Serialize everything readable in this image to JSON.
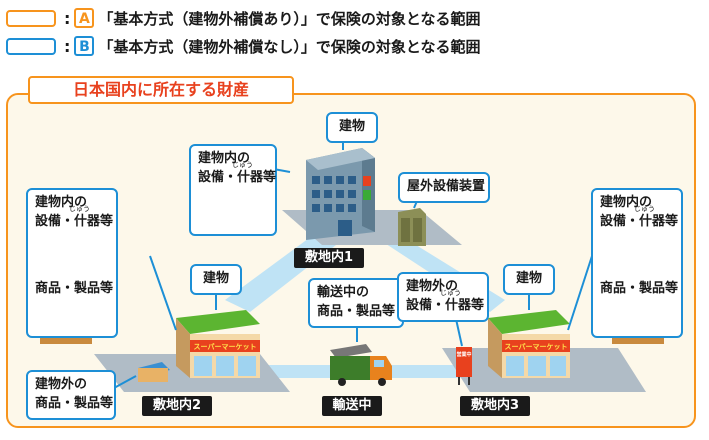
{
  "legend": [
    {
      "tag": "A",
      "text": "「基本方式（建物外補償あり）」で保険の対象となる範囲",
      "color": "#f7941d"
    },
    {
      "tag": "B",
      "text": "「基本方式（建物外補償なし）」で保険の対象となる範囲",
      "color": "#1d8fd6"
    }
  ],
  "legend_colon": ":",
  "frame_title": "日本国内に所在する財産",
  "sites": {
    "site1": "敷地内1",
    "site2": "敷地内2",
    "site3": "敷地内3",
    "transit": "輸送中"
  },
  "callouts": {
    "building_top": "建物",
    "top_equipment_line1": "建物内の",
    "top_equipment_line2": "設備・什器等",
    "outdoor_equipment": "屋外設備装置",
    "left_inside_line1": "建物内の",
    "left_inside_line2": "設備・什器等",
    "left_inside_line3": "商品・製品等",
    "building_left": "建物",
    "left_outside_line1": "建物外の",
    "left_outside_line2": "商品・製品等",
    "transit_line1": "輸送中の",
    "transit_line2": "商品・製品等",
    "right_outside_line1": "建物外の",
    "right_outside_line2": "設備・什器等",
    "building_right": "建物",
    "right_inside_line1": "建物内の",
    "right_inside_line2": "設備・什器等",
    "right_inside_line3": "商品・製品等"
  },
  "ruby_text": "じゅう",
  "store_sign": "スーパーマーケット",
  "sandwich_board": "営業中",
  "colors": {
    "orange": "#f7941d",
    "blue": "#1d8fd6",
    "red": "#e8411e",
    "frame_fill": "#fdf8ea",
    "link": "#bfe3f5"
  }
}
